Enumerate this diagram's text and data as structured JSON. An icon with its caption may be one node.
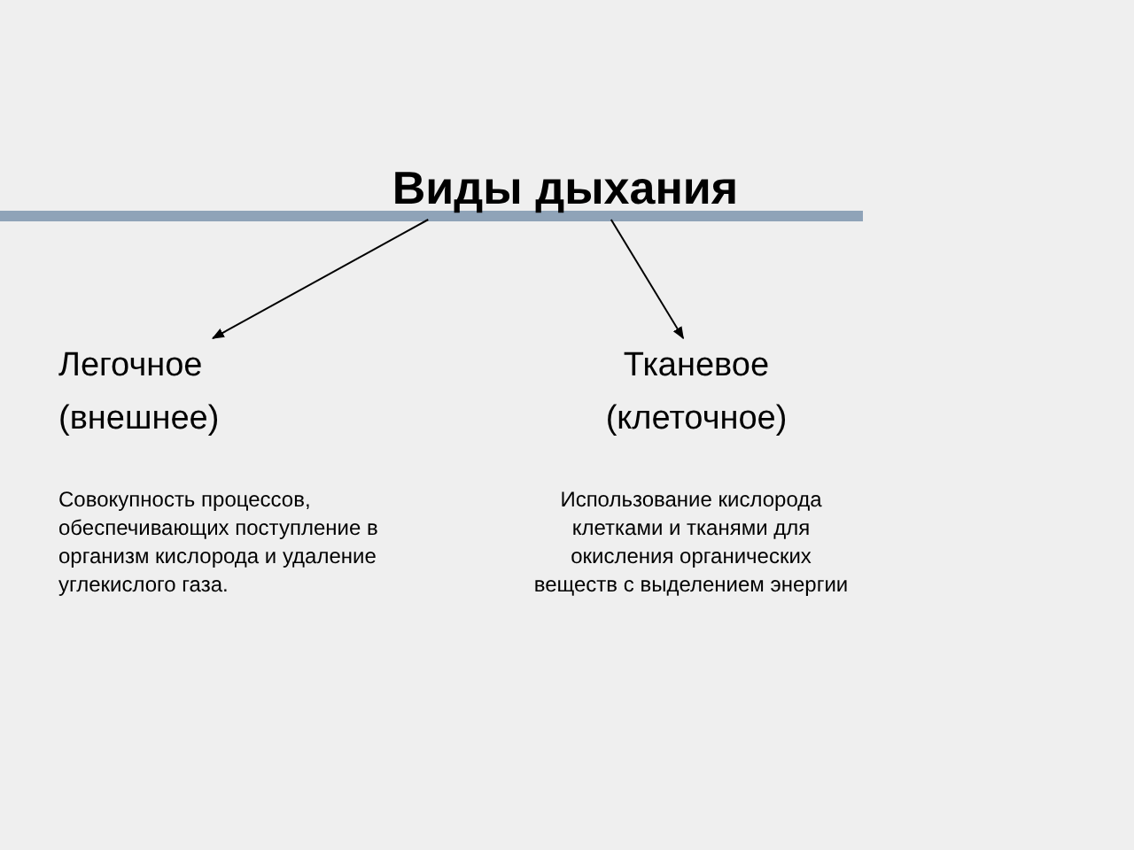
{
  "diagram": {
    "nodes": [
      {
        "text": [
          "Виды дыхания"
        ]
      },
      {
        "text": [
          "Легочное (внешнее)"
        ],
        "beside": [
          "Совокупность процессов, обеспечивающих поступление в организм кислорода и удаление углекислого газа."
        ]
      },
      {
        "text": [
          "Тканевое (клеточное)"
        ],
        "beside": [
          "Использование кислорода клетками и тканями для окисления органических веществ с выделением энергии"
        ]
      }
    ],
    "edges": [
      {
        "from": 0,
        "to": 1,
        "arrow": "to"
      },
      {
        "from": 0,
        "to": 2,
        "arrow": "to"
      }
    ]
  }
}
